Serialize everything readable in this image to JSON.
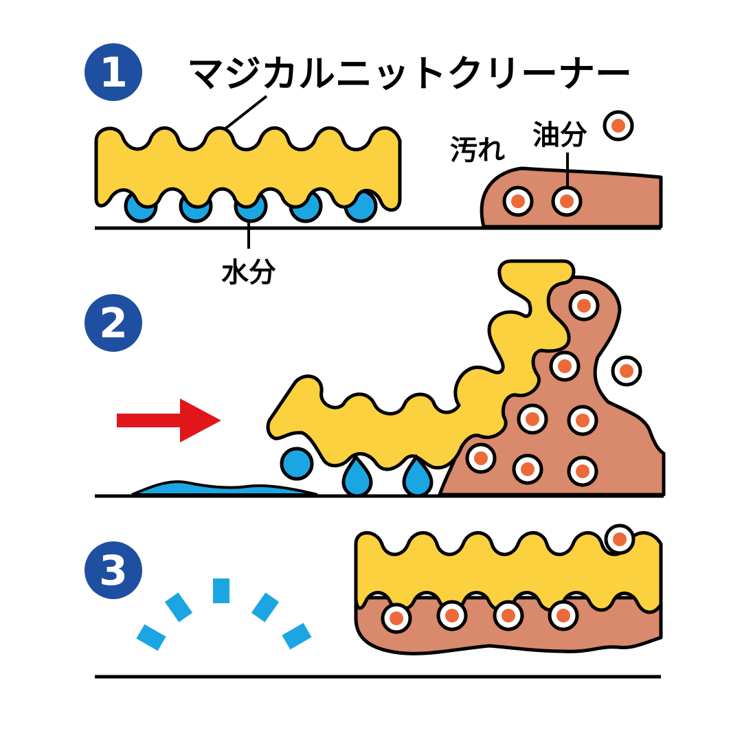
{
  "steps": [
    {
      "number": "1"
    },
    {
      "number": "2"
    },
    {
      "number": "3"
    }
  ],
  "labels": {
    "cleaner": "マジカルニットクリーナー",
    "dirt": "汚れ",
    "oil": "油分",
    "water": "水分"
  },
  "colors": {
    "badge": "#1f4fa0",
    "cleaner": "#fcd13f",
    "dirt": "#d9896c",
    "water": "#1ba6e3",
    "oil_dot": "#ec6a3a",
    "arrow": "#e0161b",
    "outline": "#000000"
  }
}
